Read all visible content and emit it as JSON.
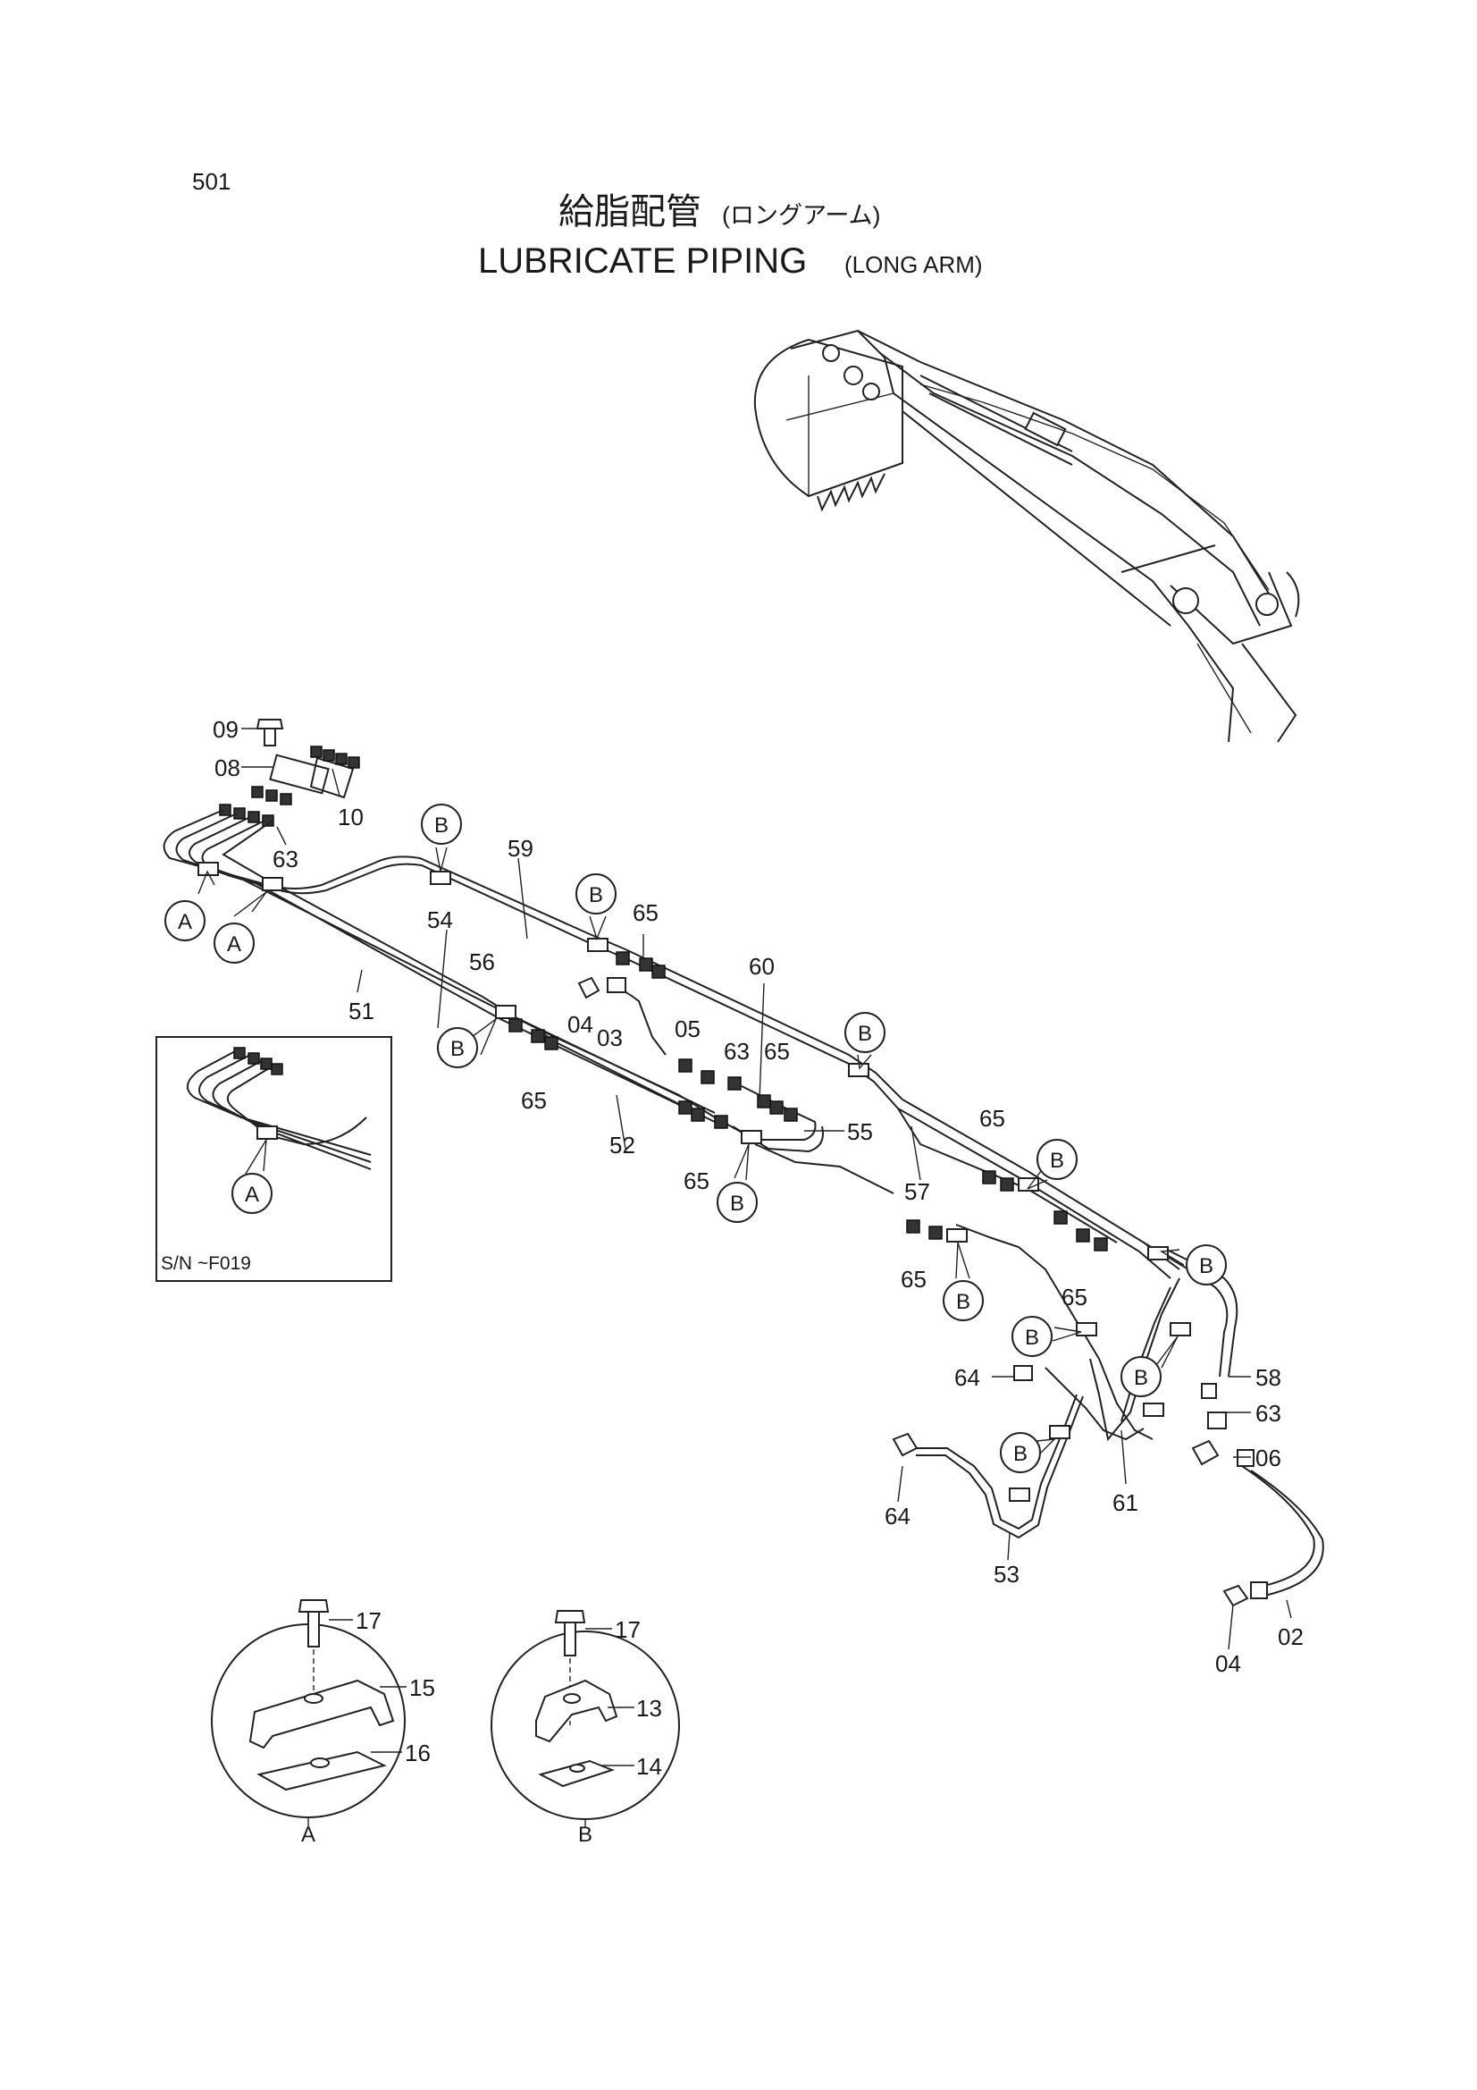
{
  "page_number": "501",
  "title_ja": "給脂配管",
  "title_ja_sub": "(ロングアーム)",
  "title_en": "LUBRICATE PIPING",
  "title_en_sub": "(LONG ARM)",
  "inset_note": "S/N ~F019",
  "callout_letters": {
    "a": "A",
    "b": "B"
  },
  "detail_a_label": "A",
  "detail_b_label": "B",
  "part_labels": {
    "p09": "09",
    "p08": "08",
    "p10": "10",
    "p63a": "63",
    "p59": "59",
    "p54": "54",
    "p56": "56",
    "p51": "51",
    "p65a": "65",
    "p04a": "04",
    "p03": "03",
    "p05": "05",
    "p60": "60",
    "p63b": "63",
    "p65b": "65",
    "p65c": "65",
    "p52": "52",
    "p55": "55",
    "p65d": "65",
    "p57": "57",
    "p65e": "65",
    "p65f": "65",
    "p65g": "65",
    "p58": "58",
    "p63c": "63",
    "p06": "06",
    "p64a": "64",
    "p61": "61",
    "p64b": "64",
    "p53": "53",
    "p04b": "04",
    "p02": "02",
    "p17a": "17",
    "p15": "15",
    "p16": "16",
    "p17b": "17",
    "p13": "13",
    "p14": "14"
  }
}
